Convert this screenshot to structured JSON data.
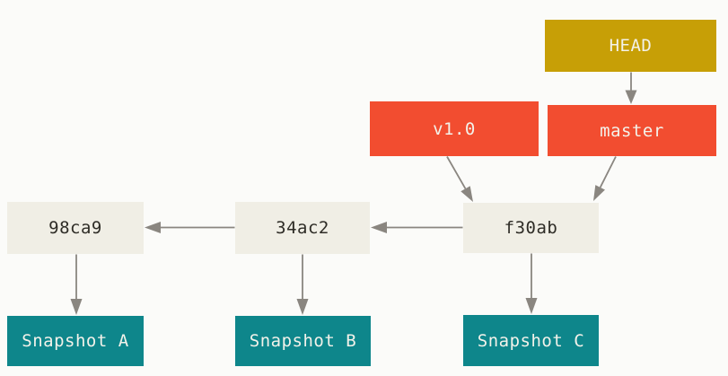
{
  "diagram": {
    "title_hint": "git-head-master-tag-commits-snapshots",
    "head_label": "HEAD",
    "branch_label": "master",
    "tag_label": "v1.0",
    "commits": [
      {
        "id": "f30ab",
        "snapshot": "Snapshot C"
      },
      {
        "id": "34ac2",
        "snapshot": "Snapshot B"
      },
      {
        "id": "98ca9",
        "snapshot": "Snapshot A"
      }
    ],
    "relations": [
      "HEAD -> master",
      "master -> f30ab",
      "v1.0 -> f30ab",
      "f30ab -> 34ac2",
      "34ac2 -> 98ca9",
      "f30ab -> Snapshot C",
      "34ac2 -> Snapshot B",
      "98ca9 -> Snapshot A"
    ]
  },
  "colors": {
    "background": "#FBFBF9",
    "head_fill": "#C79F06",
    "ref_fill": "#F24D30",
    "commit_fill": "#F0EEE5",
    "commit_text": "#2E2C26",
    "snapshot_fill": "#0E868B",
    "box_text_light": "#F3F2EA",
    "arrow": "#8A8680"
  }
}
